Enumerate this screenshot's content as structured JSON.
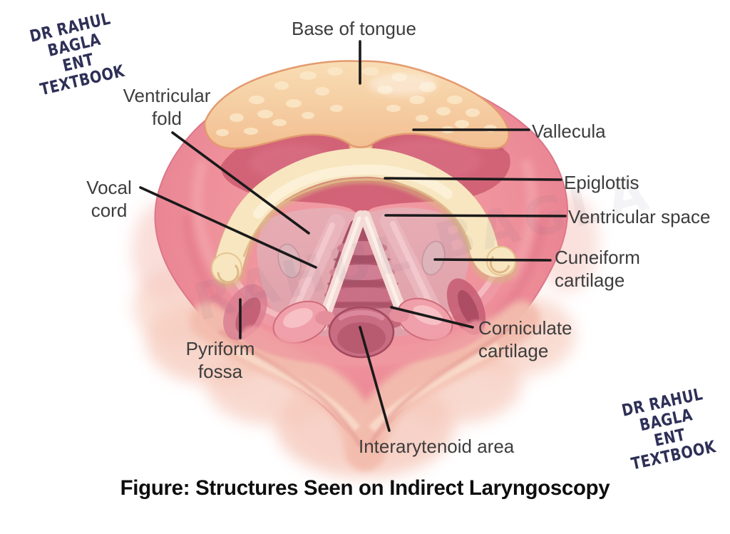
{
  "watermark": {
    "line1": "Dr Rahul Bagla",
    "line2": "ENT Textbook",
    "ghost": "RAHUL BAGLA",
    "color": "#2e3057"
  },
  "figure": {
    "caption": "Figure: Structures Seen on Indirect Laryngoscopy"
  },
  "labels": {
    "base_of_tongue": "Base of tongue",
    "ventricular_fold_line1": "Ventricular",
    "ventricular_fold_line2": "fold",
    "vocal_cord_line1": "Vocal",
    "vocal_cord_line2": "cord",
    "vallecula": "Vallecula",
    "epiglottis": "Epiglottis",
    "ventricular_space": "Ventricular space",
    "cuneiform_line1": "Cuneiform",
    "cuneiform_line2": "cartilage",
    "corniculate_line1": "Corniculate",
    "corniculate_line2": "cartilage",
    "pyriform_line1": "Pyriform",
    "pyriform_line2": "fossa",
    "interarytenoid": "Interarytenoid area"
  },
  "colors": {
    "label_text": "#3d3d3d",
    "leader_line": "#1a1a1a",
    "mass_pink": "#ee8f9a",
    "tongue_peach": "#f5c89d",
    "vallecula_rose": "#d06176",
    "epiglottis_cream": "#f7e6c0",
    "glottis_dark": "#a84e66",
    "tracheal_ring": "#d27e92",
    "vocal_cord_pale": "#f4dbd5",
    "lower_tissue_pale": "#f3bdae",
    "caption_text": "#0e0e0e"
  }
}
